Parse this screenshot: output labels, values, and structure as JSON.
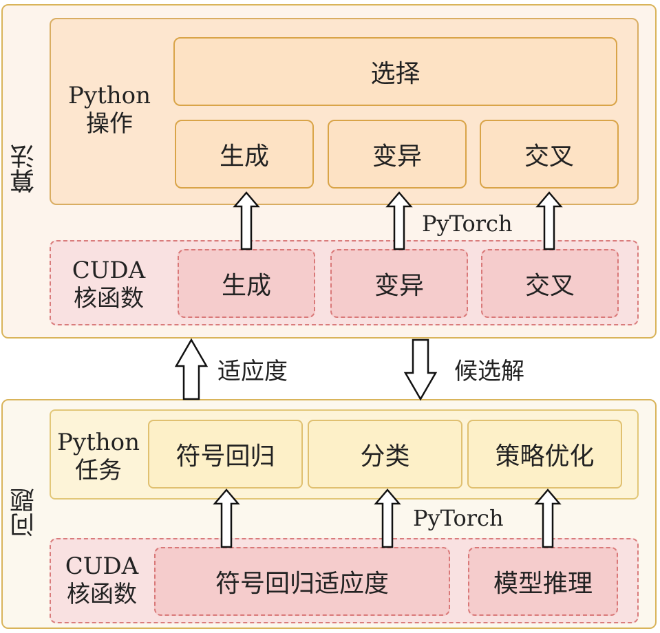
{
  "algorithm": {
    "side_label": "算法",
    "python_label": [
      "Python",
      "操作"
    ],
    "select": "选择",
    "python_ops": [
      "生成",
      "变异",
      "交叉"
    ],
    "pytorch": "PyTorch",
    "cuda_label": [
      "CUDA",
      "核函数"
    ],
    "cuda_ops": [
      "生成",
      "变异",
      "交叉"
    ]
  },
  "middle": {
    "fitness": "适应度",
    "candidates": "候选解"
  },
  "problem": {
    "side_label": "问题",
    "python_label": [
      "Python",
      "任务"
    ],
    "python_tasks": [
      "符号回归",
      "分类",
      "策略优化"
    ],
    "pytorch": "PyTorch",
    "cuda_label": [
      "CUDA",
      "核函数"
    ],
    "cuda_kernels": [
      "符号回归适应度",
      "模型推理"
    ]
  },
  "colors": {
    "outer_border": "#d9b45a",
    "op_fill": "#fde2c4",
    "cuda_fill": "#f5cccc",
    "task_fill": "#fdf0c8"
  }
}
